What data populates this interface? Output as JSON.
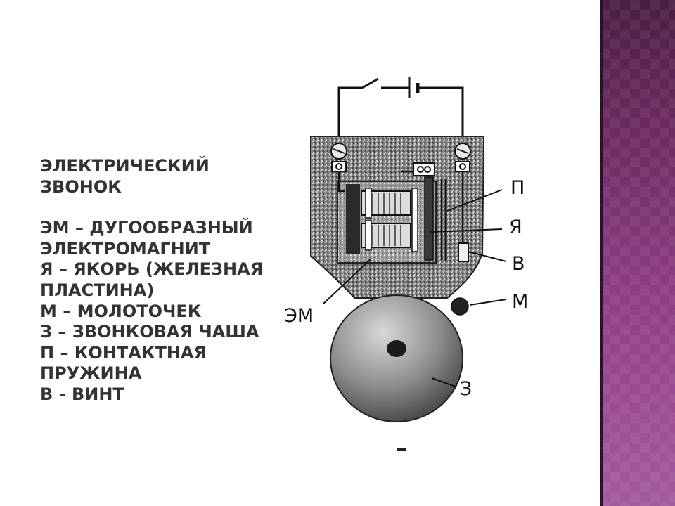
{
  "text": {
    "title_line_1": "ЭЛЕКТРИЧЕСКИЙ",
    "title_line_2": "ЗВОНОК",
    "items": [
      "ЭМ – ДУГООБРАЗНЫЙ",
      "ЭЛЕКТРОМАГНИТ",
      "Я – ЯКОРЬ (ЖЕЛЕЗНАЯ",
      "ПЛАСТИНА)",
      "М – МОЛОТОЧЕК",
      "З – ЗВОНКОВАЯ ЧАША",
      "П – КОНТАКТНАЯ",
      "ПРУЖИНА",
      "В - ВИНТ"
    ]
  },
  "diagram": {
    "labels": {
      "P": "П",
      "Ya": "Я",
      "V": "В",
      "M": "М",
      "EM": "ЭМ",
      "Z": "З"
    }
  },
  "colors": {
    "text": "#333333",
    "band_top": "#4a1f43",
    "band_bottom": "#a45a9e",
    "housing": "#8a8a8a",
    "bell": "#9a9a9a"
  }
}
